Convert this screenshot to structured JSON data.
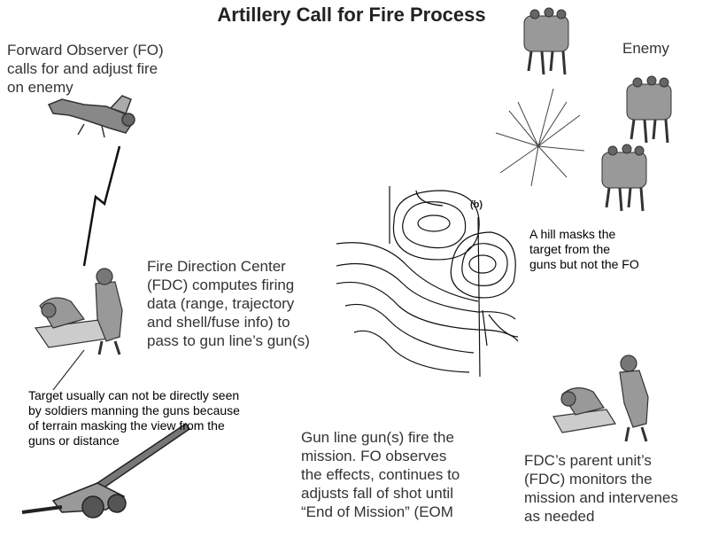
{
  "title": "Artillery Call for Fire Process",
  "labels": {
    "fo": "Forward Observer (FO)\ncalls for and adjust fire\non enemy",
    "enemy": "Enemy",
    "hill": "A hill masks the\ntarget from the\nguns but not the FO",
    "fdc": "Fire Direction Center\n(FDC) computes firing\ndata (range, trajectory\nand shell/fuse info) to\npass to gun line’s gun(s)",
    "target": "Target usually can not be directly seen\nby soldiers manning the guns because\nof terrain masking the view from the\nguns or distance",
    "gunline": "Gun line gun(s) fire the\nmission. FO observes\nthe effects, continues to\nadjusts fall of shot until\n“End of Mission” (EOM",
    "parent": "FDC’s parent unit’s\n(FDC) monitors the\nmission and intervenes\nas needed",
    "map_marker": "b"
  },
  "icons": {
    "observer": "prone-soldier-with-radio-icon",
    "enemy_troops": "enemy-soldier-group-icon",
    "explosion": "explosion-burst-icon",
    "radio_signal": "lightning-signal-icon",
    "fdc_team": "fdc-soldiers-with-map-icon",
    "howitzer": "howitzer-gun-icon",
    "parent_fdc": "parent-fdc-soldiers-icon",
    "terrain_map": "topographic-contour-map-icon"
  }
}
